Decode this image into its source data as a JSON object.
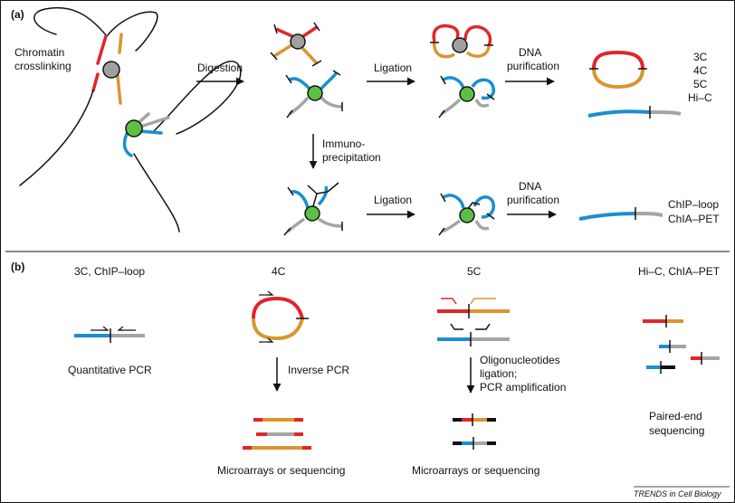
{
  "panel_a": {
    "label": "(a)",
    "chromatin_line1": "Chromatin",
    "chromatin_line2": "crosslinking",
    "digestion": "Digestion",
    "ligation_top": "Ligation",
    "dna_purification_top_1": "DNA",
    "dna_purification_top_2": "purification",
    "methods_top": [
      "3C",
      "4C",
      "5C",
      "Hi–C"
    ],
    "immuno_1": "Immuno-",
    "immuno_2": "precipitation",
    "ligation_bottom": "Ligation",
    "dna_purification_bottom_1": "DNA",
    "dna_purification_bottom_2": "purification",
    "methods_bottom": [
      "ChIP–loop",
      "ChIA–PET"
    ]
  },
  "panel_b": {
    "label": "(b)",
    "col1_title": "3C, ChIP–loop",
    "col1_caption": "Quantitative PCR",
    "col2_title": "4C",
    "col2_step": "Inverse PCR",
    "col2_caption": "Microarrays or sequencing",
    "col3_title": "5C",
    "col3_step_1": "Oligonucleotides",
    "col3_step_2": "ligation;",
    "col3_step_3": "PCR amplification",
    "col3_caption": "Microarrays or sequencing",
    "col4_title": "Hi–C, ChIA–PET",
    "col4_caption_1": "Paired-end",
    "col4_caption_2": "sequencing"
  },
  "footer": "TRENDS in Cell Biology",
  "colors": {
    "red": "#e0262b",
    "orange": "#d9962f",
    "blue": "#1a8fd0",
    "gray": "#a5a5a5",
    "green_node": "#5cc044",
    "gray_node": "#a0a0a0",
    "line": "#111111"
  }
}
